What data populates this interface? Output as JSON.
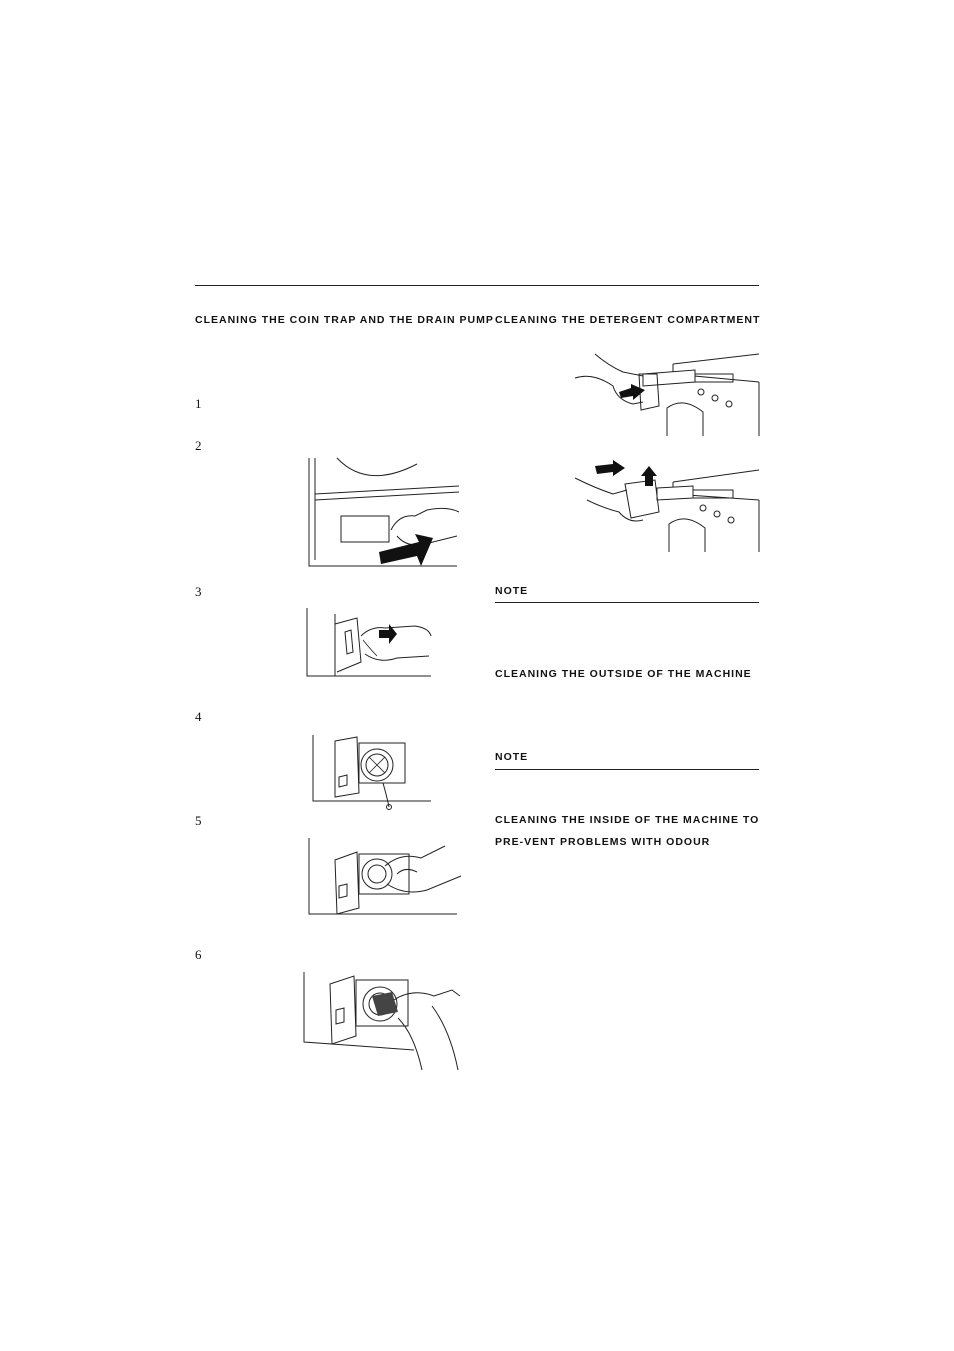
{
  "left_column": {
    "heading": "CLEANING THE COIN TRAP AND THE DRAIN PUMP",
    "steps": [
      {
        "number": "1"
      },
      {
        "number": "2"
      },
      {
        "number": "3"
      },
      {
        "number": "4"
      },
      {
        "number": "5"
      },
      {
        "number": "6"
      }
    ]
  },
  "right_column": {
    "detergent_heading": "CLEANING THE DETERGENT COMPARTMENT",
    "note1_label": "NOTE",
    "outside_heading": "CLEANING THE OUTSIDE OF THE MACHINE",
    "note2_label": "NOTE",
    "inside_heading": "CLEANING THE INSIDE OF THE MACHINE TO PRE-VENT PROBLEMS WITH ODOUR"
  }
}
